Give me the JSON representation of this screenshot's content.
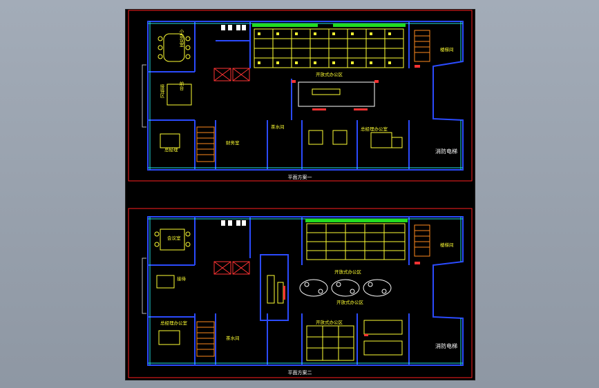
{
  "drawing": {
    "plans": [
      {
        "caption": "平面方案一",
        "rooms": {
          "meeting": "小会议室",
          "reception": "接待区",
          "front_desk": "前台",
          "open_office": "开放式办公区",
          "manager_left": "总经理",
          "manager_right": "总经理办公室",
          "finance": "财务室",
          "kitchen": "茶水间",
          "stair_right": "楼梯间",
          "elevator_right": "消防电梯"
        }
      },
      {
        "caption": "平面方案二",
        "rooms": {
          "meeting": "会议室",
          "reception": "接待",
          "manager_left": "总经理办公室",
          "open_office_top": "开放式办公区",
          "open_office_mid": "开放式办公区",
          "open_office_bottom": "开放式办公区",
          "kitchen": "茶水间",
          "stair_right": "楼梯间",
          "elevator_right": "消防电梯"
        }
      }
    ],
    "colors": {
      "background": "#000000",
      "frame": "#ff2020",
      "wall": "#2b4bff",
      "furniture": "#ffff33",
      "plants": "#22dd22",
      "accent": "#ff3333",
      "fixture": "#ffffff",
      "stairs": "#ff8a1e",
      "cyan": "#22e0e0"
    }
  }
}
